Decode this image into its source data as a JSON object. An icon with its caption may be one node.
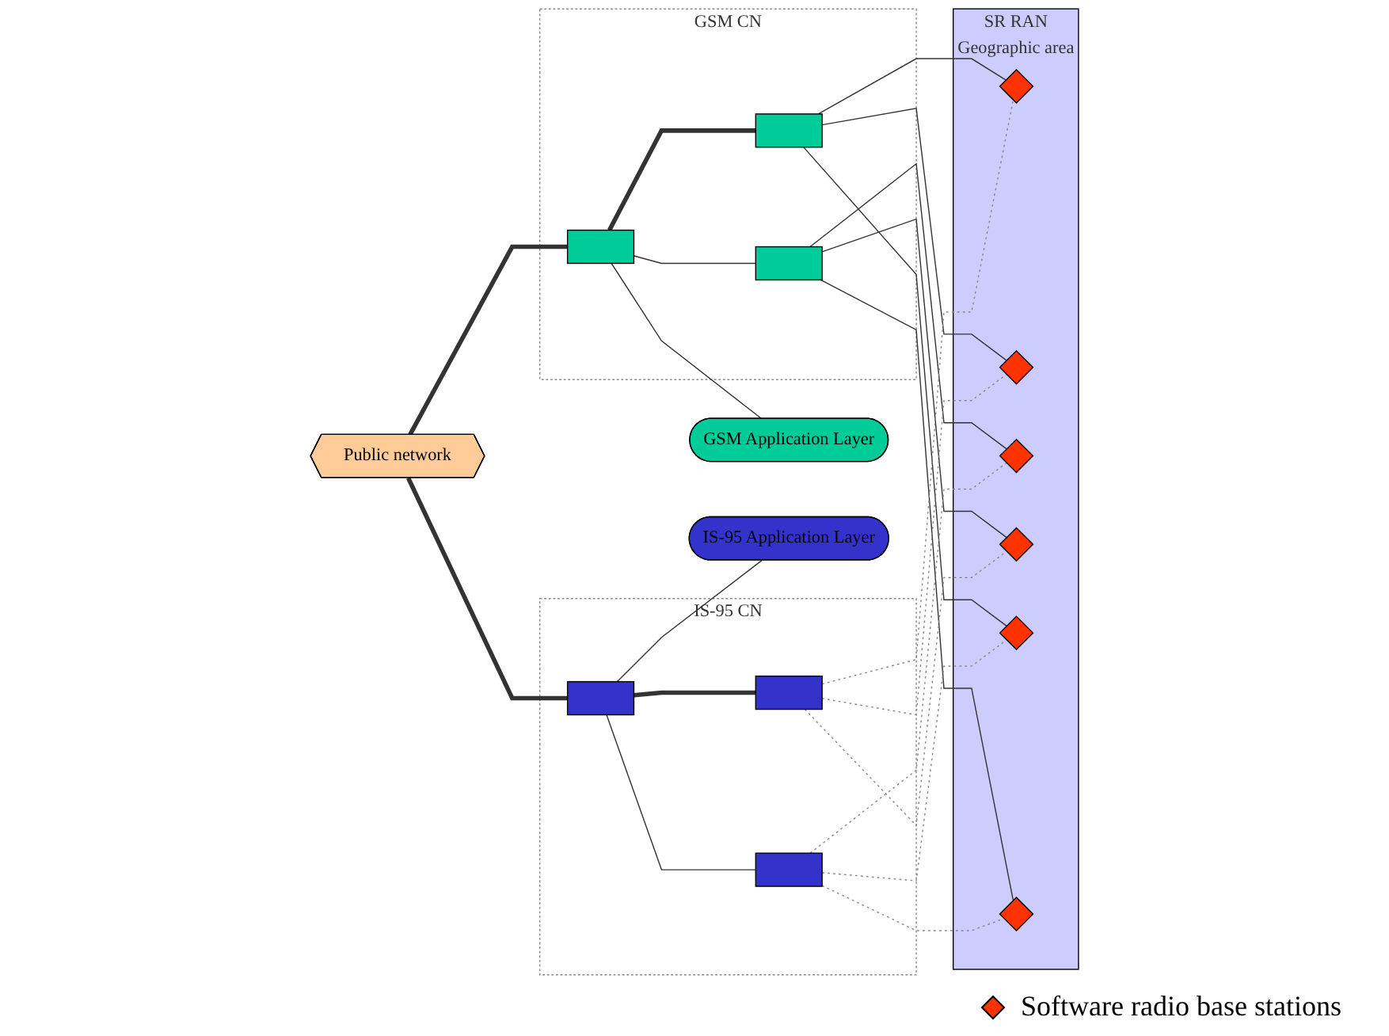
{
  "diagram": {
    "nodes": [
      {
        "text": [
          "GSM CN"
        ]
      },
      {
        "text": [],
        "shape": "box",
        "in": 0
      },
      {
        "text": [],
        "shape": "box",
        "in": 0
      },
      {
        "text": [],
        "shape": "box",
        "in": 0
      },
      {
        "text": [
          "GSM Application Layer"
        ]
      },
      {
        "text": [
          "Public network"
        ]
      },
      {
        "text": [
          "IS-95 CN"
        ]
      },
      {
        "text": [],
        "shape": "box",
        "in": 6
      },
      {
        "text": [],
        "shape": "box",
        "in": 6
      },
      {
        "text": [],
        "shape": "box",
        "in": 6
      },
      {
        "text": [
          "IS-95 Application Layer"
        ]
      },
      {
        "text": [
          "SR RAN",
          "Geographic area"
        ]
      },
      {
        "text": [],
        "shape": "diamond",
        "in": 11
      },
      {
        "text": [],
        "shape": "diamond",
        "in": 11
      },
      {
        "text": [],
        "shape": "diamond",
        "in": 11
      },
      {
        "text": [],
        "shape": "diamond",
        "in": 11
      },
      {
        "text": [],
        "shape": "diamond",
        "in": 11
      },
      {
        "text": [],
        "shape": "diamond",
        "in": 11
      }
    ],
    "edges": [
      {
        "from": 5,
        "to": 1,
        "arrow": "none",
        "style": "thick"
      },
      {
        "from": 1,
        "to": 4,
        "arrow": "none"
      },
      {
        "from": 1,
        "to": 2,
        "arrow": "none",
        "style": "thick"
      },
      {
        "from": 1,
        "to": 3,
        "arrow": "none"
      },
      {
        "from": 5,
        "to": 7,
        "arrow": "none",
        "style": "thick"
      },
      {
        "from": 7,
        "to": 10,
        "arrow": "none"
      },
      {
        "from": 7,
        "to": 8,
        "arrow": "none",
        "style": "thick"
      },
      {
        "from": 7,
        "to": 9,
        "arrow": "none"
      },
      {
        "from": 2,
        "to": 13,
        "arrow": "none"
      },
      {
        "from": 2,
        "to": 16,
        "arrow": "none"
      },
      {
        "from": 2,
        "to": 12,
        "arrow": "none"
      },
      {
        "from": 3,
        "to": 15,
        "arrow": "none"
      },
      {
        "from": 3,
        "to": 14,
        "arrow": "none"
      },
      {
        "from": 3,
        "to": 17,
        "arrow": "none"
      },
      {
        "from": 8,
        "to": 13,
        "arrow": "none",
        "style": "dashed",
        "color": "#888888"
      },
      {
        "from": 8,
        "to": 15,
        "arrow": "none",
        "style": "dashed",
        "color": "#888888"
      },
      {
        "from": 8,
        "to": 12,
        "arrow": "none",
        "style": "dashed",
        "color": "#888888"
      },
      {
        "from": 9,
        "to": 14,
        "arrow": "none",
        "style": "dashed",
        "color": "#888888"
      },
      {
        "from": 9,
        "to": 16,
        "arrow": "none",
        "style": "dashed",
        "color": "#888888"
      },
      {
        "from": 9,
        "to": 17,
        "arrow": "none",
        "style": "dashed",
        "color": "#888888"
      }
    ],
    "legend": [
      {
        "text": "Software radio base stations"
      }
    ]
  }
}
